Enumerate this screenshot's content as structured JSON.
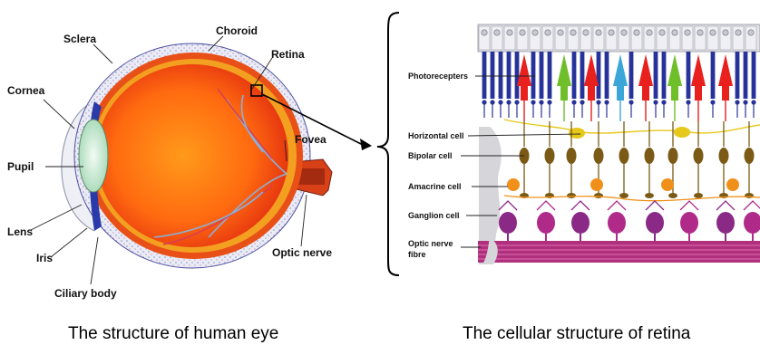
{
  "eye": {
    "labels": {
      "sclera": "Sclera",
      "choroid": "Choroid",
      "retina": "Retina",
      "cornea": "Cornea",
      "pupil": "Pupil",
      "fovea": "Fovea",
      "lens": "Lens",
      "iris": "Iris",
      "ciliary_body": "Ciliary body",
      "optic_nerve": "Optic nerve"
    },
    "caption": "The structure of human eye"
  },
  "retina": {
    "labels": {
      "photoreceptors": "Photorecepters",
      "horizontal_cell": "Horizontal cell",
      "bipolar_cell": "Bipolar cell",
      "amacrine_cell": "Amacrine cell",
      "ganglion_cell": "Ganglion cell",
      "optic_nerve_fibre_1": "Optic nerve",
      "optic_nerve_fibre_2": "fibre"
    },
    "caption": "The cellular structure of retina",
    "colors": {
      "rod": "#27339a",
      "cone_red": "#e8201e",
      "cone_green": "#6fbf2a",
      "cone_blue": "#3aa7d8",
      "horizontal": "#e6c81a",
      "bipolar": "#7a5a14",
      "amacrine": "#f0901a",
      "ganglion": "#8a2a86",
      "fibre": "#b02a8a"
    }
  }
}
